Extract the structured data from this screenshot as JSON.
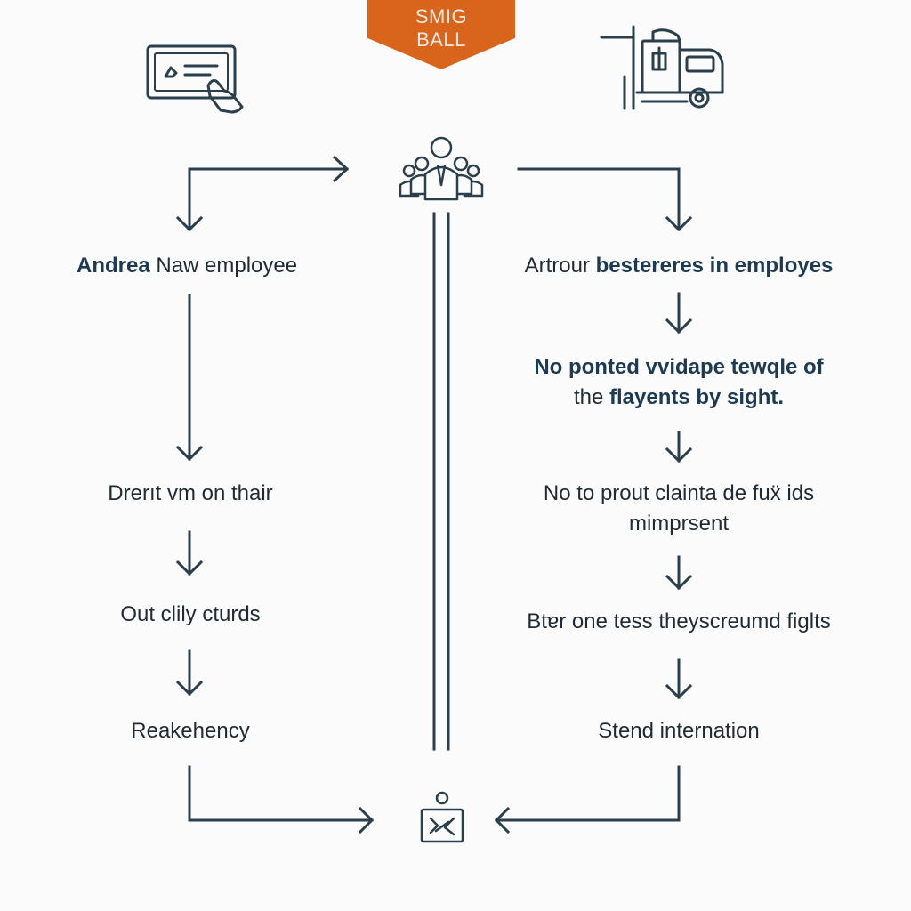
{
  "banner": {
    "line1": "SMIG",
    "line2": "BALL"
  },
  "icons": {
    "top_left": "tablet-touch-icon",
    "top_right": "delivery-truck-icon",
    "center_top": "team-group-icon",
    "center_bottom": "person-id-card-icon"
  },
  "left_column": {
    "step1": {
      "strong": "Andrea",
      "text": " Naw employee"
    },
    "step2": "Drerıt vm on thair",
    "step3": "Out clily cturds",
    "step4": "Reakehency"
  },
  "right_column": {
    "step1": {
      "text": "Artrour ",
      "strong": "bestereres in employes"
    },
    "step2": {
      "line1": "No ponted vvidape tewqle of",
      "line2_text": "the ",
      "line2_strong": "flayents by sight."
    },
    "step3": {
      "line1": "No to prout clainta de fuẍ ids",
      "line2": "mimprsent"
    },
    "step4": "Btɐr one tess theyscreumd figlts",
    "step5": "Stend internation"
  },
  "colors": {
    "line": "#2b3e4c",
    "accent": "#d9641c",
    "heading": "#1e3a52"
  }
}
